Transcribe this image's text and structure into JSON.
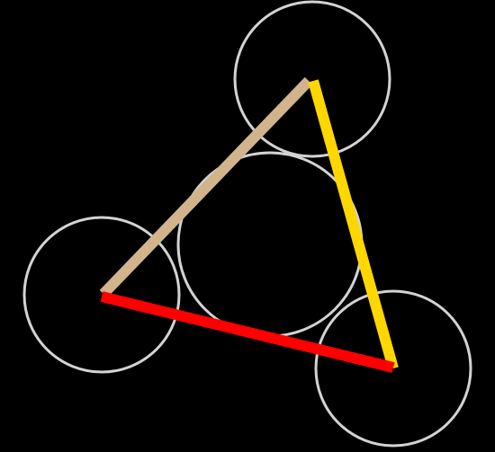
{
  "diagram": {
    "background_color": "#000000",
    "circle_stroke_color": "#d3d3d3",
    "circles": [
      {
        "name": "circle-top"
      },
      {
        "name": "circle-left"
      },
      {
        "name": "circle-center"
      },
      {
        "name": "circle-bottom-right"
      }
    ],
    "segments": [
      {
        "name": "segment-tan",
        "color": "#d2b48c"
      },
      {
        "name": "segment-yellow",
        "color": "#ffd700"
      },
      {
        "name": "segment-red",
        "color": "#ff0000"
      }
    ]
  }
}
